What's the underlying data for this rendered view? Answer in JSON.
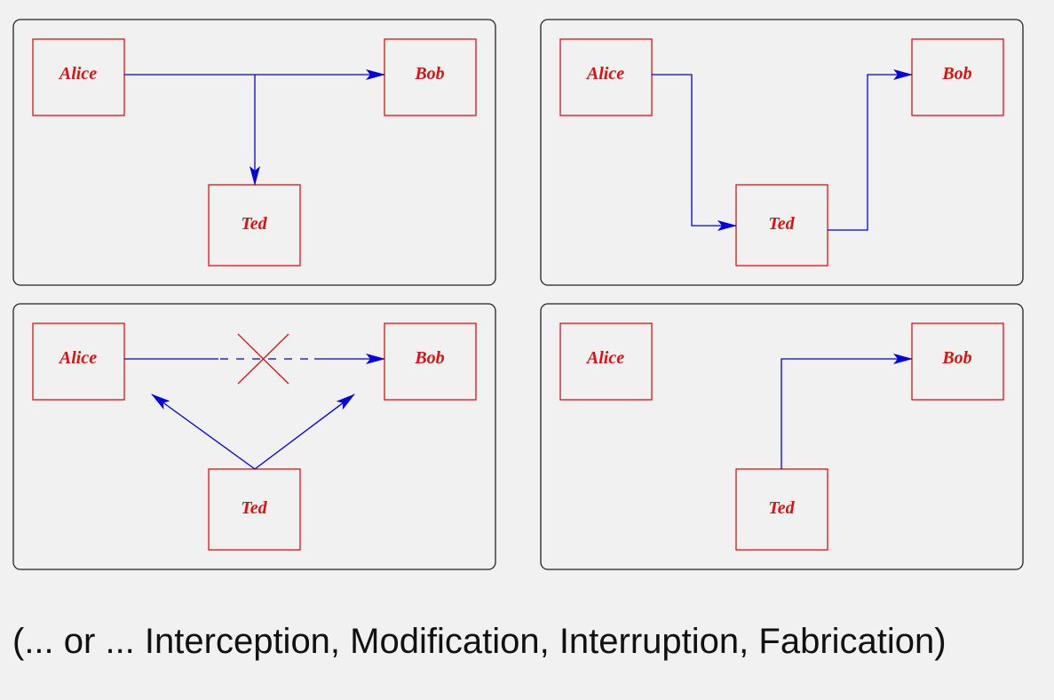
{
  "panels": [
    {
      "alice": "Alice",
      "bob": "Bob",
      "ted": "Ted"
    },
    {
      "alice": "Alice",
      "bob": "Bob",
      "ted": "Ted"
    },
    {
      "alice": "Alice",
      "bob": "Bob",
      "ted": "Ted"
    },
    {
      "alice": "Alice",
      "bob": "Bob",
      "ted": "Ted"
    }
  ],
  "caption": "(... or ... Interception, Modification, Interruption, Fabrication)",
  "colors": {
    "node": "#e01010",
    "arrow": "#0000e0",
    "frame": "#222222",
    "background": "#f1f1f1"
  }
}
